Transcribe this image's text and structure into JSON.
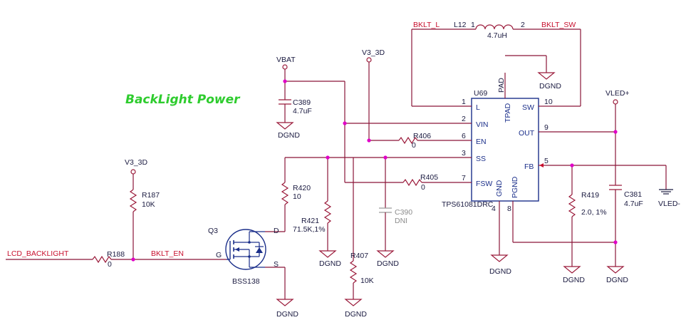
{
  "title": "BackLight Power",
  "ic": {
    "ref": "U69",
    "part": "TPS61081DRC",
    "pins": [
      {
        "num": "1",
        "name": "L"
      },
      {
        "num": "2",
        "name": "VIN"
      },
      {
        "num": "6",
        "name": "EN"
      },
      {
        "num": "3",
        "name": "SS"
      },
      {
        "num": "7",
        "name": "FSW"
      },
      {
        "num": "10",
        "name": "SW"
      },
      {
        "num": "9",
        "name": "OUT"
      },
      {
        "num": "5",
        "name": "FB"
      },
      {
        "num": "4",
        "name": "GND"
      },
      {
        "num": "8",
        "name": "PGND"
      },
      {
        "num": "",
        "name": "TPAD"
      },
      {
        "num": "",
        "name": "PAD"
      }
    ]
  },
  "inductor": {
    "ref": "L12",
    "value": "4.7uH",
    "pin1": "1",
    "pin2": "2"
  },
  "nets": {
    "bklt_l": "BKLT_L",
    "bklt_sw": "BKLT_SW",
    "vbat": "VBAT",
    "v3_3d_a": "V3_3D",
    "v3_3d_b": "V3_3D",
    "vled_plus": "VLED+",
    "vled_minus": "VLED-",
    "lcd_backlight": "LCD_BACKLIGHT",
    "bklt_en": "BKLT_EN",
    "dgnd": "DGND"
  },
  "components": {
    "c389": {
      "ref": "C389",
      "value": "4.7uF"
    },
    "c390": {
      "ref": "C390",
      "value": "DNI"
    },
    "c381": {
      "ref": "C381",
      "value": "4.7uF"
    },
    "r406": {
      "ref": "R406",
      "value": "0"
    },
    "r405": {
      "ref": "R405",
      "value": "0"
    },
    "r420": {
      "ref": "R420",
      "value": "10"
    },
    "r421": {
      "ref": "R421",
      "value": "71.5K,1%"
    },
    "r407": {
      "ref": "R407",
      "value": "10K"
    },
    "r187": {
      "ref": "R187",
      "value": "10K"
    },
    "r188": {
      "ref": "R188",
      "value": "0"
    },
    "r419": {
      "ref": "R419",
      "value": "2.0, 1%"
    }
  },
  "q3": {
    "ref": "Q3",
    "part": "BSS138",
    "pin_g": "G",
    "pin_d": "D",
    "pin_s": "S"
  }
}
